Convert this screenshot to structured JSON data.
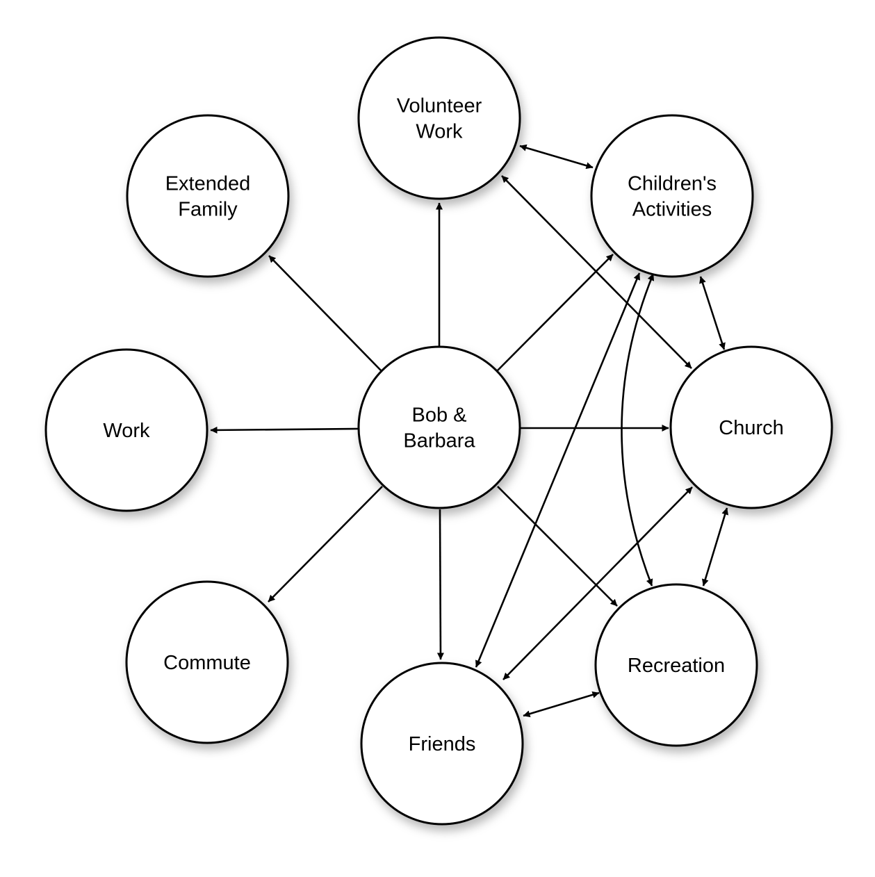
{
  "diagram": {
    "nodes": [
      {
        "id": "center",
        "lines": [
          "Bob &",
          "Barbara"
        ]
      },
      {
        "id": "volunteer",
        "lines": [
          "Volunteer",
          "Work"
        ]
      },
      {
        "id": "extended",
        "lines": [
          "Extended",
          "Family"
        ]
      },
      {
        "id": "children",
        "lines": [
          "Children's",
          "Activities"
        ]
      },
      {
        "id": "work",
        "lines": [
          "Work"
        ]
      },
      {
        "id": "church",
        "lines": [
          "Church"
        ]
      },
      {
        "id": "commute",
        "lines": [
          "Commute"
        ]
      },
      {
        "id": "friends",
        "lines": [
          "Friends"
        ]
      },
      {
        "id": "recreation",
        "lines": [
          "Recreation"
        ]
      }
    ],
    "edges": [
      {
        "from": "center",
        "to": "volunteer",
        "direction": "forward"
      },
      {
        "from": "center",
        "to": "extended",
        "direction": "forward"
      },
      {
        "from": "center",
        "to": "children",
        "direction": "forward"
      },
      {
        "from": "center",
        "to": "work",
        "direction": "forward"
      },
      {
        "from": "center",
        "to": "church",
        "direction": "forward"
      },
      {
        "from": "center",
        "to": "commute",
        "direction": "forward"
      },
      {
        "from": "center",
        "to": "friends",
        "direction": "forward"
      },
      {
        "from": "center",
        "to": "recreation",
        "direction": "forward"
      },
      {
        "from": "volunteer",
        "to": "children",
        "direction": "both"
      },
      {
        "from": "volunteer",
        "to": "church",
        "direction": "both"
      },
      {
        "from": "children",
        "to": "church",
        "direction": "both"
      },
      {
        "from": "children",
        "to": "friends",
        "direction": "both"
      },
      {
        "from": "children",
        "to": "recreation",
        "direction": "both"
      },
      {
        "from": "church",
        "to": "recreation",
        "direction": "both"
      },
      {
        "from": "church",
        "to": "friends",
        "direction": "both"
      },
      {
        "from": "friends",
        "to": "recreation",
        "direction": "both"
      }
    ]
  }
}
